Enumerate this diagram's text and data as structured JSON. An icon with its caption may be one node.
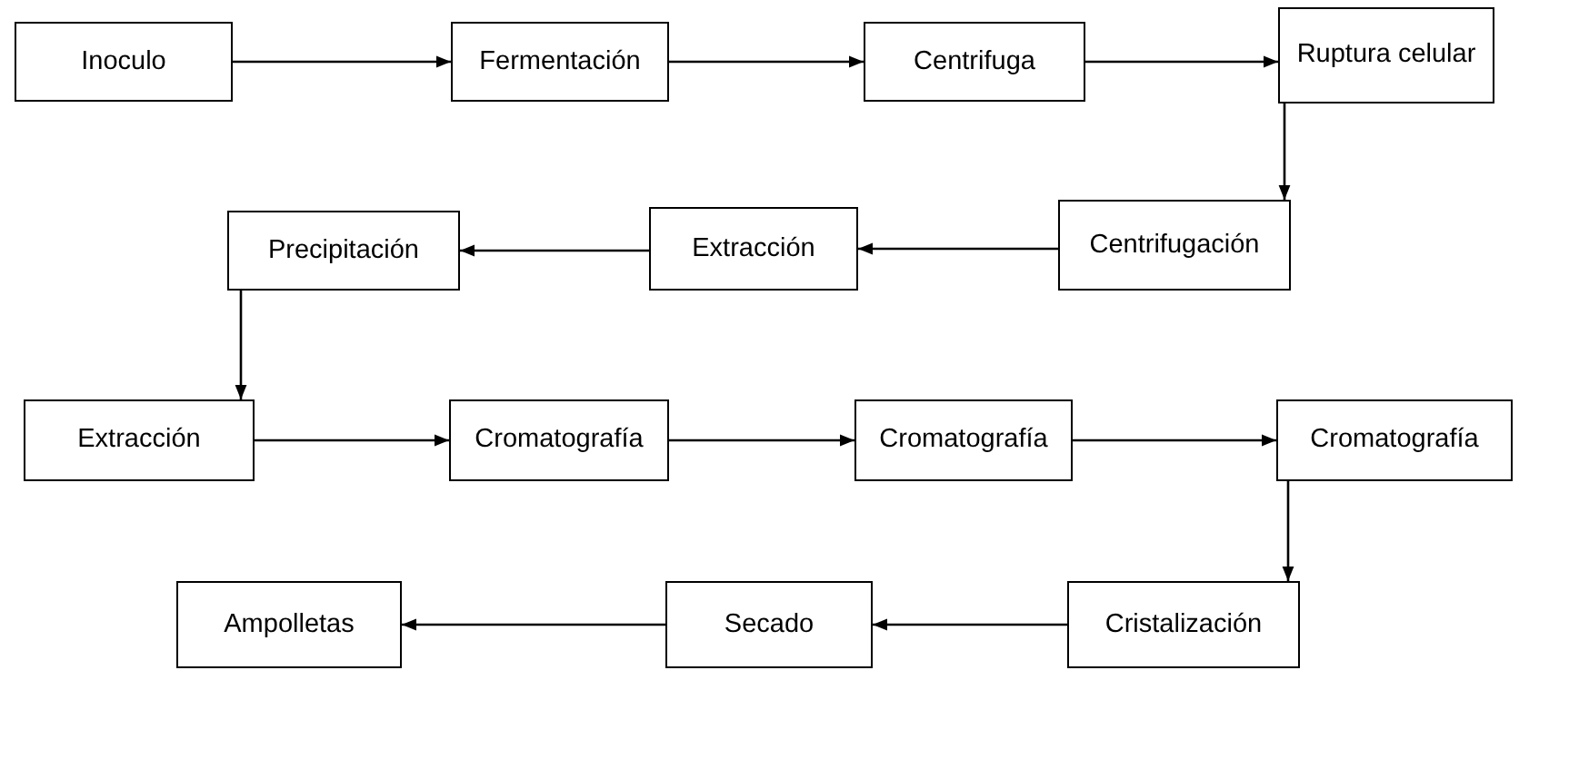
{
  "diagram": {
    "nodes": [
      {
        "text": [
          "Inoculo"
        ]
      },
      {
        "text": [
          "Fermentación"
        ]
      },
      {
        "text": [
          "Centrifuga"
        ]
      },
      {
        "text": [
          "Ruptura celular"
        ]
      },
      {
        "text": [
          "Precipitación"
        ]
      },
      {
        "text": [
          "Extracción"
        ]
      },
      {
        "text": [
          "Centrifugación"
        ]
      },
      {
        "text": [
          "Extracción"
        ]
      },
      {
        "text": [
          "Cromatografía"
        ]
      },
      {
        "text": [
          "Cromatografía"
        ]
      },
      {
        "text": [
          "Cromatografía"
        ]
      },
      {
        "text": [
          "Ampolletas"
        ]
      },
      {
        "text": [
          "Secado"
        ]
      },
      {
        "text": [
          "Cristalización"
        ]
      }
    ],
    "edges": [
      {
        "from": 0,
        "to": 1,
        "arrow": "to"
      },
      {
        "from": 1,
        "to": 2,
        "arrow": "to"
      },
      {
        "from": 2,
        "to": 3,
        "arrow": "to"
      },
      {
        "from": 3,
        "to": 6,
        "arrow": "to"
      },
      {
        "from": 6,
        "to": 5,
        "arrow": "to"
      },
      {
        "from": 5,
        "to": 4,
        "arrow": "to"
      },
      {
        "from": 4,
        "to": 7,
        "arrow": "to"
      },
      {
        "from": 7,
        "to": 8,
        "arrow": "to"
      },
      {
        "from": 8,
        "to": 9,
        "arrow": "to"
      },
      {
        "from": 9,
        "to": 10,
        "arrow": "to"
      },
      {
        "from": 10,
        "to": 13,
        "arrow": "to"
      },
      {
        "from": 13,
        "to": 12,
        "arrow": "to"
      },
      {
        "from": 12,
        "to": 11,
        "arrow": "to"
      }
    ]
  }
}
